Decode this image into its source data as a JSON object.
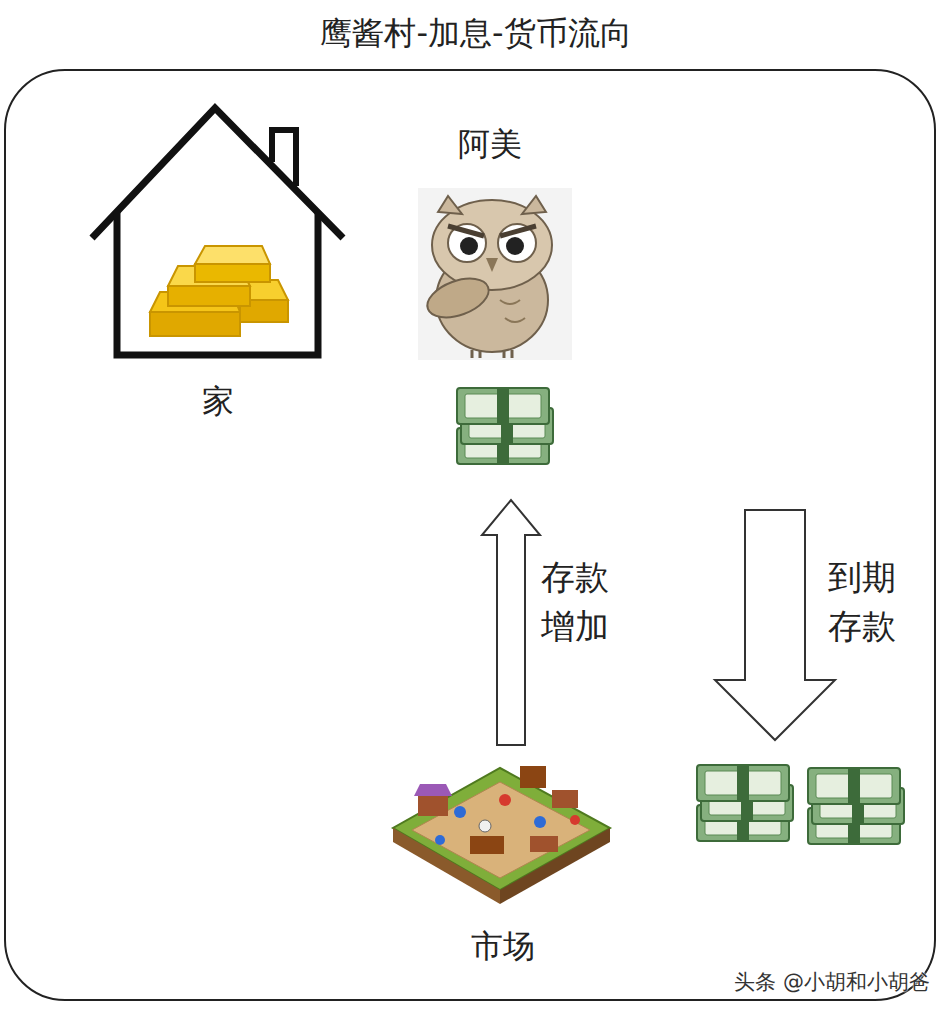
{
  "diagram": {
    "title": "鹰酱村-加息-货币流向",
    "nodes": [
      {
        "text": [
          "家"
        ]
      },
      {
        "text": [
          "阿美"
        ]
      },
      {
        "text": [
          "市场"
        ]
      }
    ],
    "edges": [
      {
        "from": 2,
        "to": 1,
        "arrow": "to",
        "label": "存款 增加"
      }
    ],
    "labels": [
      "到期 存款",
      "头条 @小胡和小胡爸"
    ]
  }
}
